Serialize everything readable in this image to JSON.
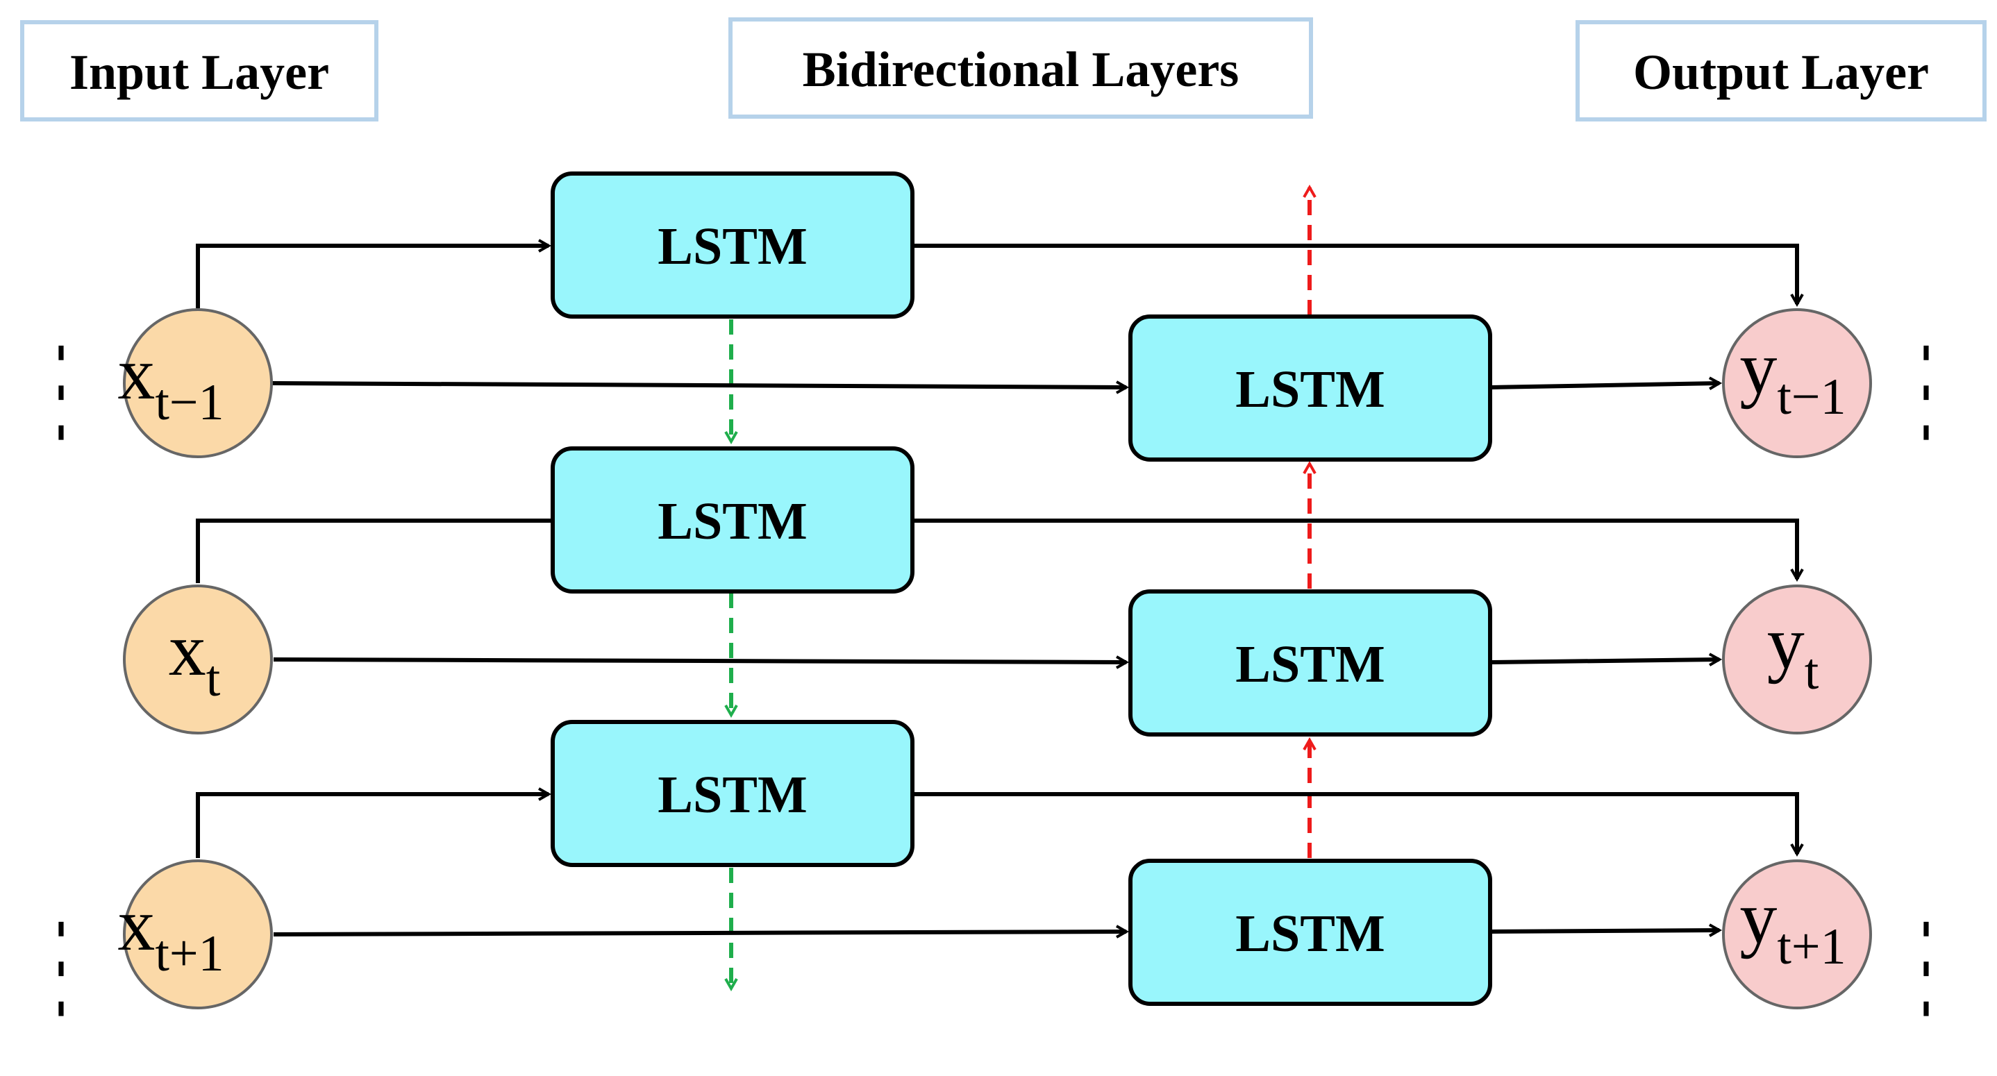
{
  "headers": {
    "input": "Input Layer",
    "bidirectional": "Bidirectional Layers",
    "output": "Output Layer"
  },
  "lstm_label": "LSTM",
  "inputs": [
    {
      "main": "x",
      "sub": "t−1"
    },
    {
      "main": "x",
      "sub": "t"
    },
    {
      "main": "x",
      "sub": "t+1"
    }
  ],
  "outputs": [
    {
      "main": "y",
      "sub": "t−1"
    },
    {
      "main": "y",
      "sub": "t"
    },
    {
      "main": "y",
      "sub": "t+1"
    }
  ],
  "ellipsis": "⋮",
  "colors": {
    "input_node": "#fbd9a8",
    "output_node": "#f8cccc",
    "lstm_box": "#99f6fc",
    "header_border": "#b6d2ea",
    "forward_flow": "#1fae4c",
    "backward_flow": "#ee1b1b",
    "connector": "#000000"
  }
}
